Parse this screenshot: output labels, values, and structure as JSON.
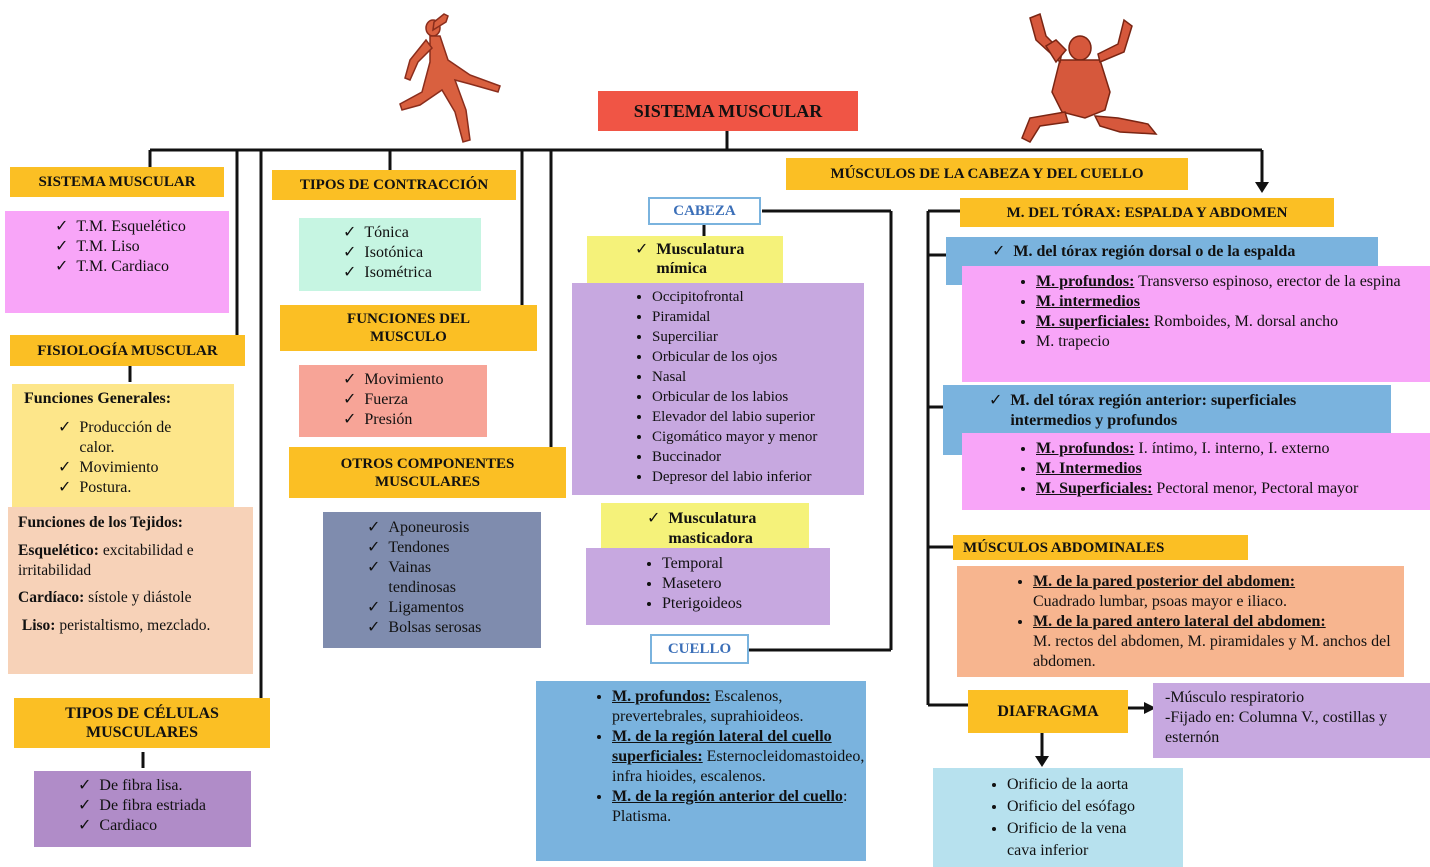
{
  "title": "SISTEMA MUSCULAR",
  "colors": {
    "orange_header": "#fbbf24",
    "red_title": "#f05545",
    "pink": "#f8a5f8",
    "mint": "#c6f5e2",
    "salmon": "#f7a497",
    "peach": "#f7d2b8",
    "violet": "#b08cc8",
    "slate": "#7f8cae",
    "lavender": "#c7a8e0",
    "yellow": "#f5f27a",
    "blue": "#7ab3de",
    "sky": "#b7e1ee",
    "yellow_light": "#fde68a"
  },
  "left": {
    "sistema": {
      "header": "SISTEMA MUSCULAR",
      "items": [
        "T.M. Esquelético",
        "T.M. Liso",
        "T.M. Cardiaco"
      ]
    },
    "fisiologia": {
      "header": "FISIOLOGÍA MUSCULAR",
      "generales_title": "Funciones Generales:",
      "generales": [
        "Producción de calor.",
        "Movimiento",
        "Postura."
      ],
      "tejidos_title": "Funciones de los Tejidos:",
      "esq_label": "Esquelético:",
      "esq_text": "excitabilidad e irritabilidad",
      "card_label": "Cardíaco:",
      "card_text": "sístole y diástole",
      "liso_label": "Liso:",
      "liso_text": "peristaltismo, mezclado."
    },
    "celulas": {
      "header": "TIPOS DE CÉLULAS MUSCULARES",
      "items": [
        "De fibra lisa.",
        "De fibra estriada",
        "Cardiaco"
      ]
    }
  },
  "middle": {
    "contraccion": {
      "header": "TIPOS DE CONTRACCIÓN",
      "items": [
        "Tónica",
        "Isotónica",
        "Isométrica"
      ]
    },
    "funciones": {
      "header": "FUNCIONES DEL MUSCULO",
      "items": [
        "Movimiento",
        "Fuerza",
        "Presión"
      ]
    },
    "otros": {
      "header": "OTROS COMPONENTES MUSCULARES",
      "items": [
        "Aponeurosis",
        "Tendones",
        "Vainas tendinosas",
        "Ligamentos",
        "Bolsas serosas"
      ]
    }
  },
  "cabeza": {
    "header": "CABEZA",
    "mimica_title": "Musculatura mímica",
    "mimica": [
      "Occipitofrontal",
      "Piramidal",
      "Superciliar",
      "Orbicular de los ojos",
      "Nasal",
      "Orbicular de los labios",
      "Elevador del labio superior",
      "Cigomático mayor y menor",
      "Buccinador",
      "Depresor del labio inferior"
    ],
    "mast_title": "Musculatura masticadora",
    "mast": [
      "Temporal",
      "Masetero",
      "Pterigoideos"
    ]
  },
  "cuello": {
    "header": "CUELLO",
    "p1_label": "M. profundos:",
    "p1_text": "Escalenos, prevertebrales, suprahioideos.",
    "p2_label": "M. de la región lateral del cuello superficiales:",
    "p2_text": "Esternocleidomastoideo, infra hioides, escalenos.",
    "p3_label": "M. de la región anterior del cuello",
    "p3_text": ": Platisma."
  },
  "right": {
    "cabeza_cuello_header": "MÚSCULOS DE LA CABEZA Y DEL CUELLO",
    "torax_header": "M. DEL TÓRAX: ESPALDA Y ABDOMEN",
    "dorsal": {
      "title": "M. del tórax región dorsal o de la espalda",
      "p1_label": "M. profundos:",
      "p1_text": "Transverso espinoso, erector de la espina",
      "p2_label": "M. intermedios",
      "p3_label": "M. superficiales:",
      "p3_text": "Romboides, M. dorsal ancho",
      "p4_text": "M. trapecio"
    },
    "anterior": {
      "title": "M. del tórax región anterior: superficiales intermedios y profundos",
      "p1_label": "M. profundos:",
      "p1_text": "I. íntimo, I. interno, I. externo",
      "p2_label": "M. Intermedios",
      "p3_label": "M. Superficiales:",
      "p3_text": "Pectoral menor, Pectoral mayor"
    },
    "abdominales": {
      "header": "MÚSCULOS ABDOMINALES",
      "p1_label": "M. de la pared posterior del abdomen:",
      "p1_text": "Cuadrado lumbar, psoas mayor e iliaco.",
      "p2_label": "M. de la pared antero lateral del abdomen:",
      "p2_text": "M. rectos del abdomen, M. piramidales y M. anchos del abdomen."
    },
    "diafragma": {
      "header": "DIAFRAGMA",
      "side": [
        "-Músculo respiratorio",
        "-Fijado en: Columna V., costillas y esternón"
      ],
      "items": [
        "Orificio de la aorta",
        "Orificio del esófago",
        "Orificio de la vena cava inferior"
      ]
    }
  }
}
